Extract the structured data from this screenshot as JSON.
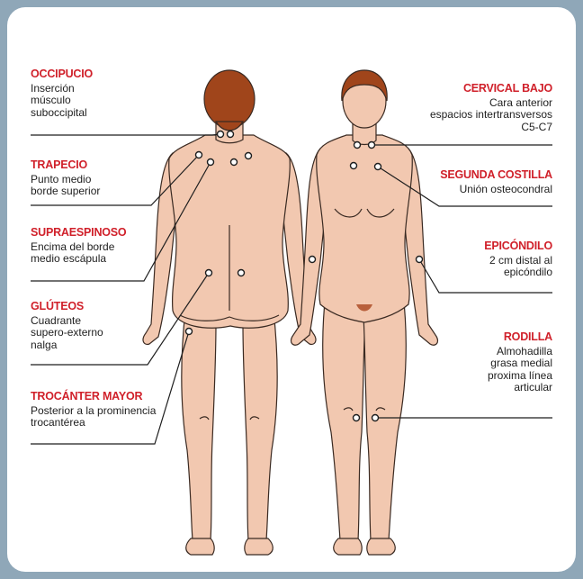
{
  "colors": {
    "frame": "#8fa7b8",
    "title_red": "#d0202a",
    "skin": "#f2c8b0",
    "outline": "#3a2a22",
    "hair": "#a0451b"
  },
  "left_labels": [
    {
      "title": "OCCIPUCIO",
      "text": "Inserción\nmúsculo\nsuboccipital"
    },
    {
      "title": "TRAPECIO",
      "text": "Punto medio\nborde superior"
    },
    {
      "title": "SUPRAESPINOSO",
      "text": "Encima del borde\nmedio escápula"
    },
    {
      "title": "GLÚTEOS",
      "text": "Cuadrante\nsupero-externo\nnalga"
    },
    {
      "title": "TROCÁNTER MAYOR",
      "text": "Posterior a la prominencia\ntrocantérea"
    }
  ],
  "right_labels": [
    {
      "title": "CERVICAL BAJO",
      "text": "Cara anterior\nespacios intertransversos\nC5-C7"
    },
    {
      "title": "SEGUNDA COSTILLA",
      "text": "Unión osteocondral"
    },
    {
      "title": "EPICÓNDILO",
      "text": "2 cm distal al\nepicóndilo"
    },
    {
      "title": "RODILLA",
      "text": "Almohadilla\ngrasa medial\nproxima línea\narticular"
    }
  ]
}
